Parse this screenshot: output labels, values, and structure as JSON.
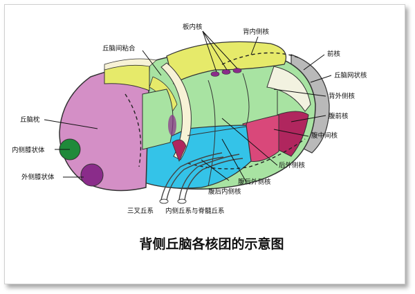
{
  "diagram": {
    "caption": "背侧丘脑各核团的示意图",
    "labels": {
      "banneihe": "板内核",
      "beineicehe": "背内侧核",
      "qiunaojiannianhe": "丘脑间粘合",
      "qianhe": "前核",
      "qiunaowangzhuanghe": "丘脑网状核",
      "beiwaicehe": "背外侧核",
      "fuqianhe": "腹前核",
      "fuzhongjianhe": "腹中间核",
      "qiunaozhen": "丘脑枕",
      "neicexizhuangti": "内侧膝状体",
      "waicexizhuangti": "外侧膝状体",
      "houwaicehe": "后外侧核",
      "fuhouwaicehe": "腹后外侧核",
      "fuhouneicehe": "腹后内侧核",
      "sanchaqiuxi": "三叉丘系",
      "neiceqiuxi": "内侧丘系与脊髓丘系"
    }
  },
  "colors": {
    "pulvinar": "#d48fc6",
    "medial_geniculate": "#1f8a3a",
    "lateral_geniculate": "#8a2c8a",
    "dorsomedial": "#e6ea6a",
    "lateral_dorsal": "#a8e3a2",
    "ventral_lateral": "#34c3e8",
    "ventral_anterior": "#b0265e",
    "ventral_intermediate": "#d9487a",
    "anterior": "#f2f2e0",
    "reticular": "#b9b9b9",
    "speckle": "#f7f2d6"
  }
}
